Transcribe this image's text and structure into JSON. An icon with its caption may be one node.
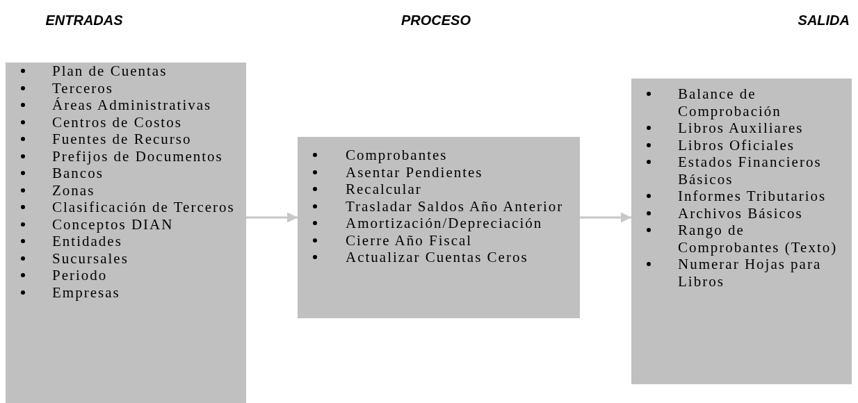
{
  "diagram": {
    "nodes": [
      {
        "text": [
          "Plan de Cuentas",
          "Terceros",
          "Áreas Administrativas",
          "Centros de Costos",
          "Fuentes de Recurso",
          "Prefijos de Documentos",
          "Bancos",
          "Zonas",
          "Clasificación de Terceros",
          "Conceptos DIAN",
          "Entidades",
          "Sucursales",
          "Periodo",
          "Empresas"
        ]
      },
      {
        "text": [
          "Comprobantes",
          "Asentar Pendientes",
          "Recalcular",
          "Trasladar Saldos Año Anterior",
          "Amortización/Depreciación",
          "Cierre Año Fiscal",
          "Actualizar Cuentas Ceros"
        ]
      },
      {
        "text": [
          "Balance de Comprobación",
          "Libros Auxiliares",
          "Libros Oficiales",
          "Estados Financieros Básicos",
          "Informes Tributarios",
          "Archivos Básicos",
          "Rango de Comprobantes (Texto)",
          "Numerar Hojas para Libros"
        ]
      }
    ],
    "edges": [
      {
        "from": 0,
        "to": 1,
        "arrow": "to"
      },
      {
        "from": 1,
        "to": 2,
        "arrow": "to"
      }
    ],
    "labels": [
      "ENTRADAS",
      "PROCESO",
      "SALIDA"
    ]
  }
}
